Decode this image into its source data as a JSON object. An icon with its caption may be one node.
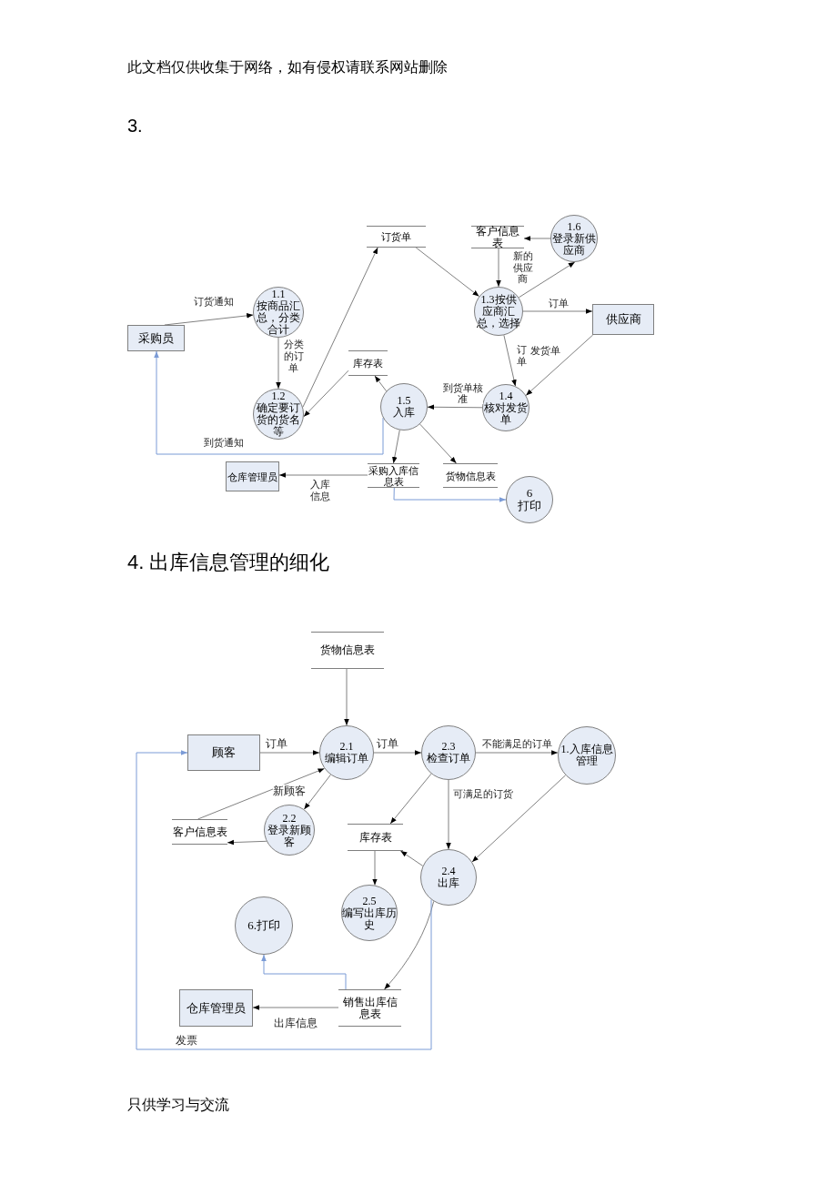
{
  "diagram": {
    "nodes": [
      {
        "text": [
          "订货单"
        ]
      },
      {
        "text": [
          "客户信息表"
        ]
      },
      {
        "text": [
          "1.6",
          "登录新供应商"
        ]
      },
      {
        "text": [
          "1.1",
          "按商品汇总，分类合计"
        ]
      },
      {
        "text": [
          "1.3按供应商汇总，选择"
        ]
      },
      {
        "text": [
          "采购员"
        ]
      },
      {
        "text": [
          "供应商"
        ]
      },
      {
        "text": [
          "库存表"
        ]
      },
      {
        "text": [
          "1.2",
          "确定要订货的货名等"
        ]
      },
      {
        "text": [
          "1.5",
          "入库"
        ]
      },
      {
        "text": [
          "1.4",
          "核对发货单"
        ]
      },
      {
        "text": [
          "仓库管理员"
        ]
      },
      {
        "text": [
          "采购入库信息表"
        ]
      },
      {
        "text": [
          "货物信息表"
        ]
      },
      {
        "text": [
          "6",
          "打印"
        ]
      },
      {
        "text": [
          "货物信息表"
        ]
      },
      {
        "text": [
          "顾客"
        ]
      },
      {
        "text": [
          "2.1",
          "编辑订单"
        ]
      },
      {
        "text": [
          "2.3",
          "检查订单"
        ]
      },
      {
        "text": [
          "1.入库信息管理"
        ]
      },
      {
        "text": [
          "客户信息表"
        ]
      },
      {
        "text": [
          "2.2",
          "登录新顾客"
        ]
      },
      {
        "text": [
          "库存表"
        ]
      },
      {
        "text": [
          "2.4",
          "出库"
        ]
      },
      {
        "text": [
          "2.5",
          "编写出库历史"
        ]
      },
      {
        "text": [
          "6.打印"
        ]
      },
      {
        "text": [
          "仓库管理员"
        ]
      },
      {
        "text": [
          "销售出库信息表"
        ]
      }
    ],
    "edges": [
      {
        "from": 5,
        "to": 3,
        "arrow": "to",
        "label": "订货通知"
      },
      {
        "from": 3,
        "to": 8,
        "arrow": "to",
        "label": "分类的订单"
      },
      {
        "from": 8,
        "to": 0,
        "arrow": "to"
      },
      {
        "from": 7,
        "to": 8,
        "arrow": "to"
      },
      {
        "from": 0,
        "to": 4,
        "arrow": "to"
      },
      {
        "from": 1,
        "to": 4,
        "arrow": "to"
      },
      {
        "from": 2,
        "to": 1,
        "arrow": "to"
      },
      {
        "from": 4,
        "to": 2,
        "arrow": "to",
        "label": "新的供应商"
      },
      {
        "from": 4,
        "to": 6,
        "arrow": "to",
        "label": "订单"
      },
      {
        "from": 4,
        "to": 10,
        "arrow": "to",
        "label": "订单"
      },
      {
        "from": 6,
        "to": 10,
        "arrow": "to",
        "label": "发货单"
      },
      {
        "from": 10,
        "to": 9,
        "arrow": "to",
        "label": "到货单核准"
      },
      {
        "from": 9,
        "to": 7,
        "arrow": "to"
      },
      {
        "from": 9,
        "to": 5,
        "arrow": "to",
        "label": "到货通知",
        "color": "#7b9bd6"
      },
      {
        "from": 9,
        "to": 12,
        "arrow": "to"
      },
      {
        "from": 9,
        "to": 13,
        "arrow": "to"
      },
      {
        "from": 12,
        "to": 11,
        "arrow": "to",
        "label": "入库信息"
      },
      {
        "from": 12,
        "to": 14,
        "arrow": "to",
        "color": "#7b9bd6"
      },
      {
        "from": 15,
        "to": 17,
        "arrow": "to"
      },
      {
        "from": 16,
        "to": 17,
        "arrow": "to",
        "label": "订单"
      },
      {
        "from": 17,
        "to": 18,
        "arrow": "to",
        "label": "订单"
      },
      {
        "from": 18,
        "to": 19,
        "arrow": "to",
        "label": "不能满足的订单"
      },
      {
        "from": 17,
        "to": 21,
        "arrow": "to",
        "label": "新顾客"
      },
      {
        "from": 21,
        "to": 20,
        "arrow": "to"
      },
      {
        "from": 20,
        "to": 17,
        "arrow": "to"
      },
      {
        "from": 18,
        "to": 22,
        "arrow": "to"
      },
      {
        "from": 18,
        "to": 23,
        "arrow": "to",
        "label": "可满足的订货"
      },
      {
        "from": 19,
        "to": 23,
        "arrow": "to"
      },
      {
        "from": 23,
        "to": 22,
        "arrow": "to"
      },
      {
        "from": 22,
        "to": 24,
        "arrow": "to"
      },
      {
        "from": 23,
        "to": 27,
        "arrow": "to"
      },
      {
        "from": 23,
        "to": 16,
        "arrow": "to",
        "label": "发票",
        "color": "#7b9bd6"
      },
      {
        "from": 27,
        "to": 25,
        "arrow": "to",
        "color": "#7b9bd6"
      },
      {
        "from": 27,
        "to": 26,
        "arrow": "to",
        "label": "出库信息"
      }
    ],
    "labels": [
      "此文档仅供收集于网络，如有侵权请联系网站删除",
      "3.",
      "4. 出库信息管理的细化",
      "只供学习与交流"
    ]
  }
}
